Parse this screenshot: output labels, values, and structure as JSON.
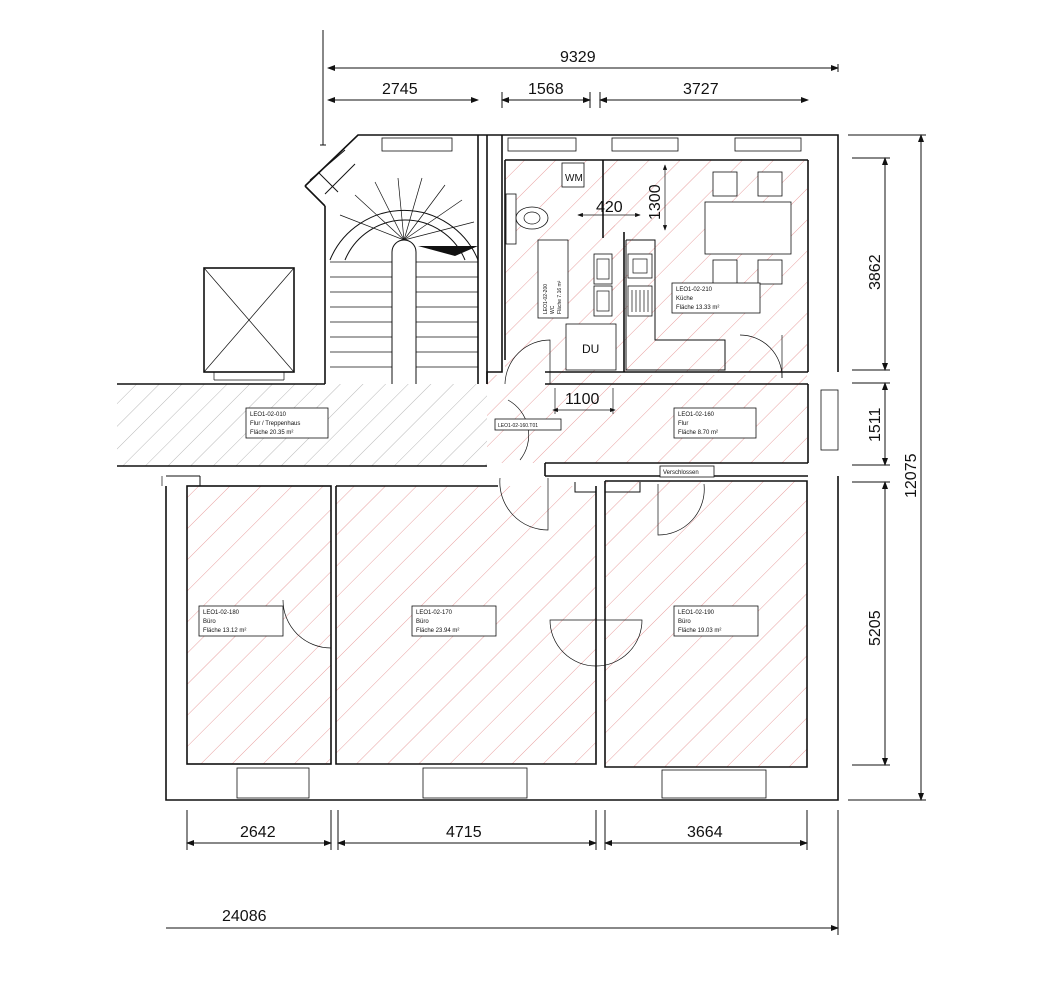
{
  "dimensions": {
    "top_total": "9329",
    "top_1": "2745",
    "top_2": "1568",
    "top_3": "3727",
    "right_1": "3862",
    "right_2": "1511",
    "right_3": "5205",
    "right_total": "12075",
    "bottom_1": "2642",
    "bottom_2": "4715",
    "bottom_3": "3664",
    "bottom_total": "24086",
    "inner_420": "420",
    "inner_1300": "1300",
    "inner_1100": "1100"
  },
  "fixtures": {
    "washing_machine": "WM",
    "shower": "DU"
  },
  "rooms": {
    "kitchen": {
      "id": "LEO1-02-210",
      "name": "Küche",
      "area": "Fläche 13.33 m²"
    },
    "wc": {
      "id": "LEO1-02-200",
      "name": "WC",
      "area": "Fläche 7.16 m²"
    },
    "stair_corridor": {
      "id": "LEO1-02-010",
      "name": "Flur / Treppenhaus",
      "area": "Fläche 20.35 m²"
    },
    "door_tag": {
      "id": "LEO1-02-160.T01"
    },
    "hall": {
      "id": "LEO1-02-160",
      "name": "Flur",
      "area": "Fläche 8.70 m²"
    },
    "locked_tag": {
      "text": "Verschlossen"
    },
    "office_left": {
      "id": "LEO1-02-180",
      "name": "Büro",
      "area": "Fläche 13.12 m²"
    },
    "office_mid": {
      "id": "LEO1-02-170",
      "name": "Büro",
      "area": "Fläche 23.94 m²"
    },
    "office_right": {
      "id": "LEO1-02-190",
      "name": "Büro",
      "area": "Fläche 19.03 m²"
    }
  },
  "colors": {
    "hatch_room": "#e8a0a0",
    "hatch_corridor": "#b8b8b8",
    "line": "#111111"
  }
}
